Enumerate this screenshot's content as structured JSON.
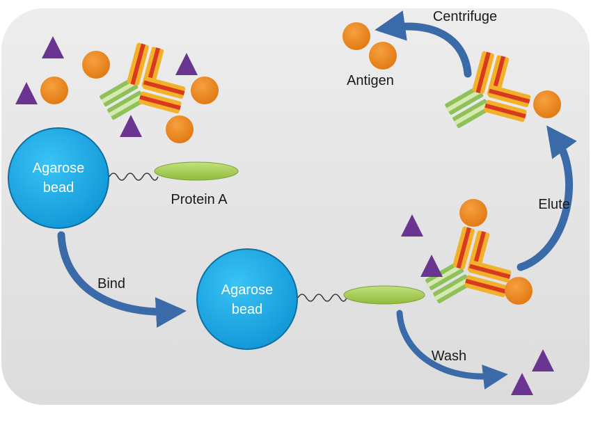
{
  "labels": {
    "bead_top": [
      "Agarose",
      "bead"
    ],
    "bead_bottom": [
      "Agarose",
      "bead"
    ],
    "protein_a": "Protein A",
    "bind": "Bind",
    "wash": "Wash",
    "elute": "Elute",
    "centrifuge": "Centrifuge",
    "antigen": "Antigen"
  },
  "colors": {
    "panel": "#e4e4e4",
    "bead": "#1aa9e6",
    "protein": "#a9cf54",
    "antigen": "#f0871c",
    "contaminant": "#6a3590",
    "heavy_chain": "#f2b02b",
    "heavy_chain_stripe": "#d83a1f",
    "light_chain": "#8fc15a",
    "arrow": "#3a6aa8"
  }
}
